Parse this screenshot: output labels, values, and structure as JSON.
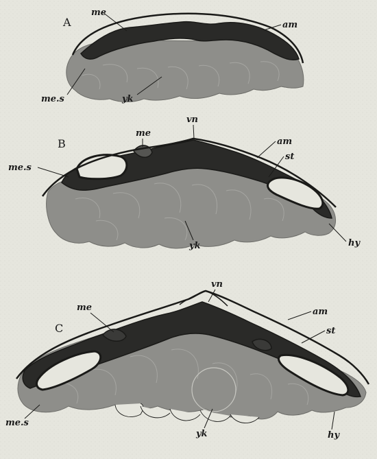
{
  "panels": [
    {
      "id": "A",
      "labels": {
        "me": "me",
        "am": "am",
        "mes": "me.s",
        "yk": "yk"
      }
    },
    {
      "id": "B",
      "labels": {
        "vn": "vn",
        "me": "me",
        "am": "am",
        "mes": "me.s",
        "st": "st",
        "yk": "yk",
        "hy": "hy"
      }
    },
    {
      "id": "C",
      "labels": {
        "vn": "vn",
        "me": "me",
        "am": "am",
        "st": "st",
        "mes": "me.s",
        "yk": "yk",
        "hy": "hy"
      }
    }
  ]
}
